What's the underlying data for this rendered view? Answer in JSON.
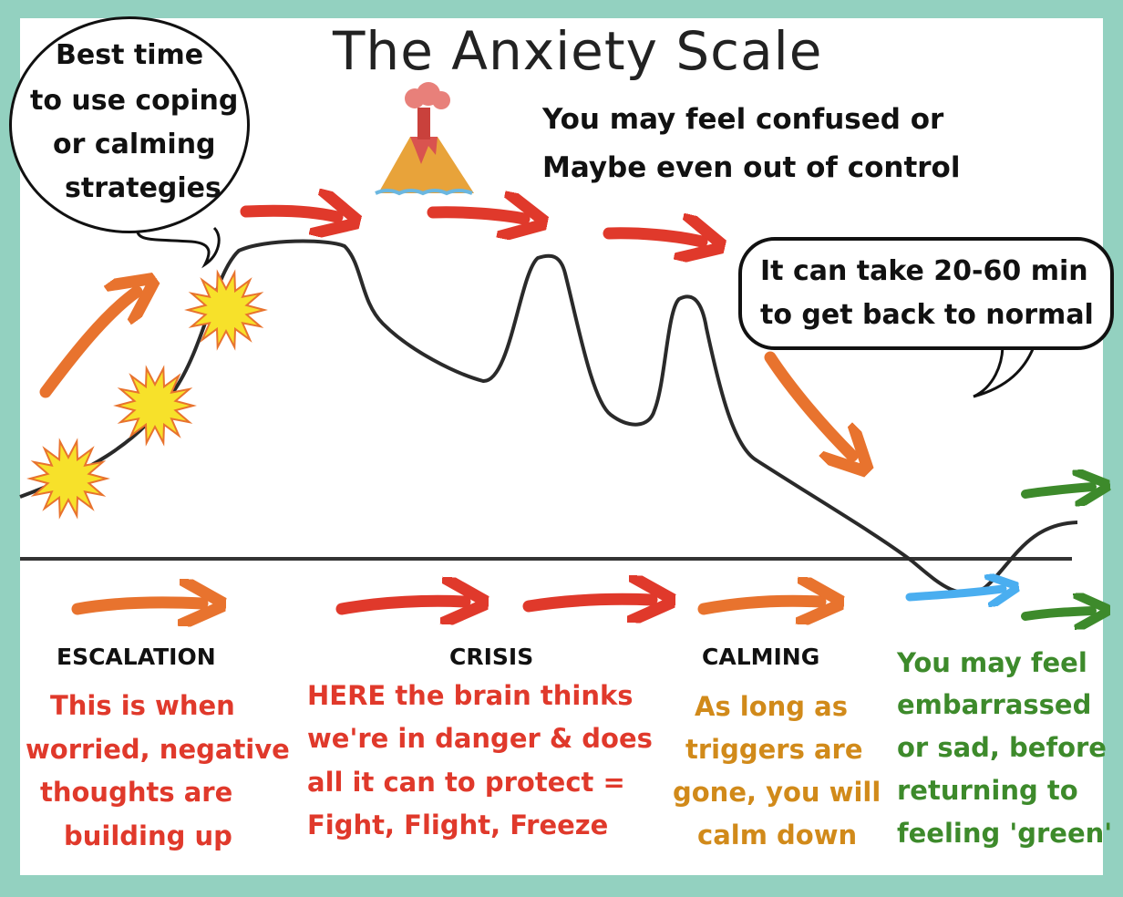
{
  "title": "The Anxiety Scale",
  "crisis_note": [
    "You may feel confused or",
    "Maybe even out of control"
  ],
  "bubble_best_time": [
    "Best time",
    "to use coping",
    "or calming",
    "strategies"
  ],
  "bubble_duration": [
    "It can take 20-60 min",
    "to get back to normal"
  ],
  "stages": [
    {
      "heading": "ESCALATION",
      "lines": [
        "This is when",
        "worried, negative",
        "thoughts are",
        "building up"
      ],
      "color": "#e0392b"
    },
    {
      "heading": "CRISIS",
      "lines": [
        "HERE the brain thinks",
        "we're in danger & does",
        "all it can to protect =",
        "Fight, Flight, Freeze"
      ],
      "color": "#e0392b"
    },
    {
      "heading": "CALMING",
      "lines": [
        "As long as",
        "triggers are",
        "gone, you will",
        "calm down"
      ],
      "color": "#d18a1a"
    },
    {
      "heading": "",
      "lines": [
        "You may feel",
        "embarrassed",
        "or sad, before",
        "returning to",
        "feeling 'green'"
      ],
      "color": "#3d8a2b"
    }
  ],
  "colors": {
    "border": "#93d1c0",
    "orange": "#e8732e",
    "red": "#e0392b",
    "green": "#3d8a2b",
    "blue": "#4aaef0",
    "burst": "#f7e12a"
  }
}
